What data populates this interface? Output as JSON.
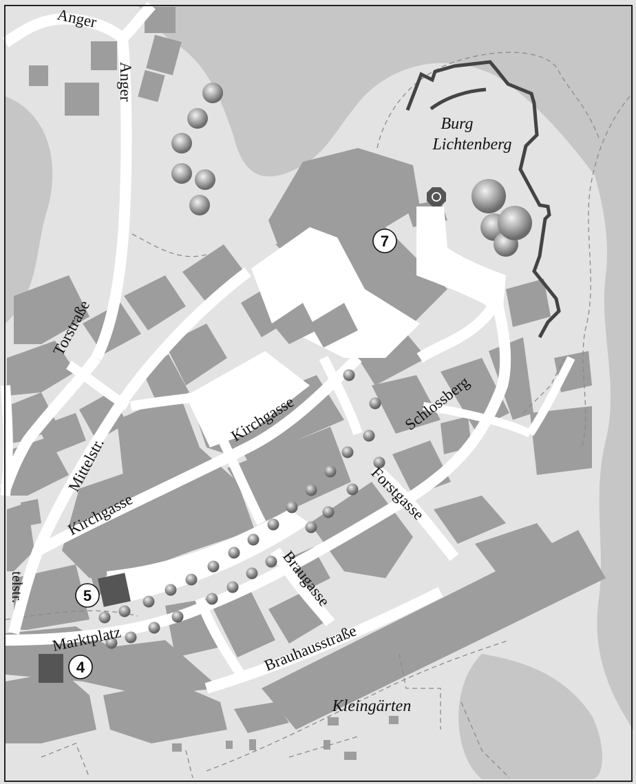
{
  "map": {
    "streets": {
      "anger_top": "Anger",
      "anger_side": "Anger",
      "torstrasse": "Torstraße",
      "mittelstr": "Mittelstr.",
      "kirchgasse_upper": "Kirchgasse",
      "kirchgasse_lower": "Kirchgasse",
      "schlossberg": "Schlossberg",
      "forstgasse": "Forstgasse",
      "braugasse": "Braugasse",
      "brauhausstrasse": "Brauhausstraße",
      "marktplatz": "Marktplatz",
      "edge_label": "telstr."
    },
    "places": {
      "castle_line1": "Burg",
      "castle_line2": "Lichtenberg",
      "allotments": "Kleingärten"
    },
    "markers": {
      "m4": "4",
      "m5": "5",
      "m7": "7"
    },
    "colors": {
      "background_light": "#e3e3e3",
      "terrain_dark": "#c6c6c6",
      "building": "#9d9d9d",
      "highlight_building": "#555555",
      "street": "#ffffff",
      "castle_wall": "#444444"
    }
  }
}
